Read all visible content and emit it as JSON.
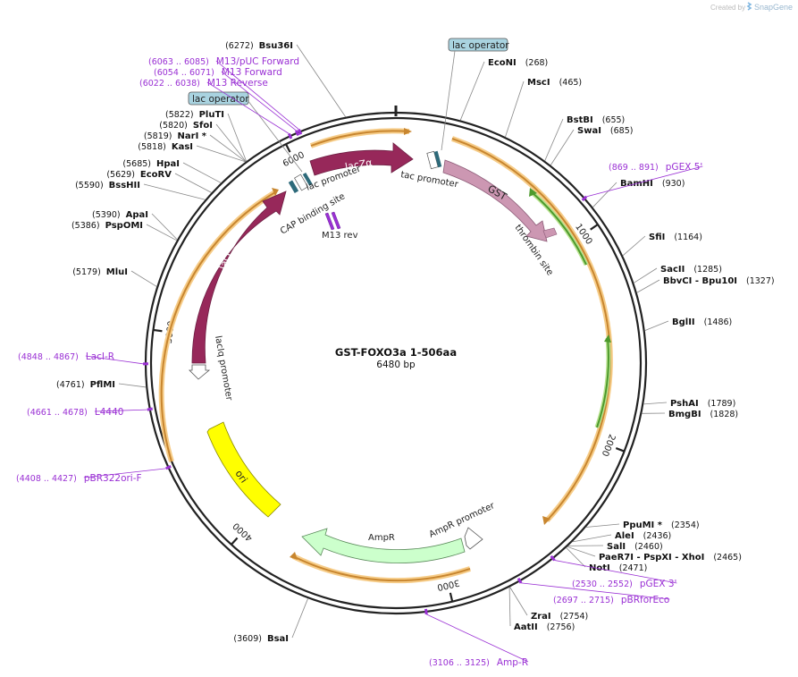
{
  "header": {
    "created_by": "Created by",
    "brand": "SnapGene"
  },
  "plasmid": {
    "name": "GST-FOXO3a 1-506aa",
    "length_label": "6480 bp",
    "length": 6480
  },
  "colors": {
    "backbone": "#222222",
    "lacZa": "#97285a",
    "lacI": "#97285a",
    "gst": "#cc97b2",
    "ori": "#ffff00",
    "ampr": "#ccffcc",
    "orf_orange": "#d49a3e",
    "orf_glow": "#f6cc88",
    "orf_green": "#4d9a2d",
    "primer": "#9a30d4",
    "site_line": "#888888",
    "operator_fill": "#a9d3e0",
    "cap_site": "#2d6a7a"
  },
  "ticks": [
    {
      "label": "1000",
      "bp": 1000
    },
    {
      "label": "2000",
      "bp": 2000
    },
    {
      "label": "3000",
      "bp": 3000
    },
    {
      "label": "4000",
      "bp": 4000
    },
    {
      "label": "5000",
      "bp": 5000
    },
    {
      "label": "6000",
      "bp": 6000
    }
  ],
  "sites": [
    {
      "id": "bsu36i",
      "name": "Bsu36I",
      "num": "(6272)",
      "bp": 6272
    },
    {
      "id": "econi",
      "name": "EcoNI",
      "num": "(268)",
      "bp": 268
    },
    {
      "id": "msci",
      "name": "MscI",
      "num": "(465)",
      "bp": 465
    },
    {
      "id": "bstbi",
      "name": "BstBI",
      "num": "(655)",
      "bp": 655
    },
    {
      "id": "swai",
      "name": "SwaI",
      "num": "(685)",
      "bp": 685
    },
    {
      "id": "bamhi",
      "name": "BamHI",
      "num": "(930)",
      "bp": 930
    },
    {
      "id": "sfii",
      "name": "SfiI",
      "num": "(1164)",
      "bp": 1164
    },
    {
      "id": "sacii",
      "name": "SacII",
      "num": "(1285)",
      "bp": 1285
    },
    {
      "id": "bbvci",
      "name": "BbvCI   - Bpu10I",
      "num": "(1327)",
      "bp": 1327
    },
    {
      "id": "bglii",
      "name": "BglII",
      "num": "(1486)",
      "bp": 1486
    },
    {
      "id": "pshai",
      "name": "PshAI",
      "num": "(1789)",
      "bp": 1789
    },
    {
      "id": "bmgbi",
      "name": "BmgBI",
      "num": "(1828)",
      "bp": 1828
    },
    {
      "id": "ppumi",
      "name": "PpuMI *",
      "num": "(2354)",
      "bp": 2354
    },
    {
      "id": "alei",
      "name": "AleI",
      "num": "(2436)",
      "bp": 2436
    },
    {
      "id": "sali",
      "name": "SalI",
      "num": "(2460)",
      "bp": 2460
    },
    {
      "id": "paer7i",
      "name": "PaeR7I   - PspXI   - XhoI",
      "num": "(2465)",
      "bp": 2465
    },
    {
      "id": "noti",
      "name": "NotI",
      "num": "(2471)",
      "bp": 2471
    },
    {
      "id": "zrai",
      "name": "ZraI",
      "num": "(2754)",
      "bp": 2754
    },
    {
      "id": "aatii",
      "name": "AatII",
      "num": "(2756)",
      "bp": 2756
    },
    {
      "id": "bsai",
      "name": "BsaI",
      "num": "(3609)",
      "bp": 3609
    },
    {
      "id": "mlui",
      "name": "MluI",
      "num": "(5179)",
      "bp": 5179
    },
    {
      "id": "pspomi",
      "name": "PspOMI",
      "num": "(5386)",
      "bp": 5386
    },
    {
      "id": "apai",
      "name": "ApaI",
      "num": "(5390)",
      "bp": 5390
    },
    {
      "id": "bsshii",
      "name": "BssHII",
      "num": "(5590)",
      "bp": 5590
    },
    {
      "id": "ecorv",
      "name": "EcoRV",
      "num": "(5629)",
      "bp": 5629
    },
    {
      "id": "hpai",
      "name": "HpaI",
      "num": "(5685)",
      "bp": 5685
    },
    {
      "id": "kasi",
      "name": "KasI",
      "num": "(5818)",
      "bp": 5818
    },
    {
      "id": "nari",
      "name": "NarI *",
      "num": "(5819)",
      "bp": 5819
    },
    {
      "id": "sfoi",
      "name": "SfoI",
      "num": "(5820)",
      "bp": 5820
    },
    {
      "id": "pluti",
      "name": "PluTI",
      "num": "(5822)",
      "bp": 5822
    },
    {
      "id": "pfimi",
      "name": "PflMI",
      "num": "(4761)",
      "bp": 4761
    }
  ],
  "primers": [
    {
      "id": "m13-puc-fwd",
      "name": "M13/pUC Forward",
      "range": "(6063 .. 6085)"
    },
    {
      "id": "m13-fwd",
      "name": "M13 Forward",
      "range": "(6054 .. 6071)"
    },
    {
      "id": "m13-rev",
      "name": "M13 Reverse",
      "range": "(6022 .. 6038)"
    },
    {
      "id": "pgex5",
      "name": "pGEX 5'",
      "range": "(869 .. 891)"
    },
    {
      "id": "pgex3",
      "name": "pGEX 3'",
      "range": "(2530 .. 2552)"
    },
    {
      "id": "pbrforeco",
      "name": "pBRforEco",
      "range": "(2697 .. 2715)"
    },
    {
      "id": "amp-r",
      "name": "Amp-R",
      "range": "(3106 .. 3125)"
    },
    {
      "id": "pbr322ori-f",
      "name": "pBR322ori-F",
      "range": "(4408 .. 4427)"
    },
    {
      "id": "l4440",
      "name": "L4440",
      "range": "(4661 .. 4678)"
    },
    {
      "id": "laci-r",
      "name": "LacI-R",
      "range": "(4848 .. 4867)"
    }
  ],
  "features": [
    {
      "id": "lacza",
      "label": "lacZα"
    },
    {
      "id": "laci",
      "label": "lacI"
    },
    {
      "id": "gst",
      "label": "GST"
    },
    {
      "id": "ori",
      "label": "ori"
    },
    {
      "id": "ampr",
      "label": "AmpR"
    },
    {
      "id": "ampr-promoter",
      "label": "AmpR promoter"
    },
    {
      "id": "laciq-promoter",
      "label": "lacIq promoter"
    },
    {
      "id": "lac-promoter",
      "label": "lac promoter"
    },
    {
      "id": "cap-site",
      "label": "CAP binding site"
    },
    {
      "id": "tac-promoter",
      "label": "tac promoter"
    },
    {
      "id": "thrombin-site",
      "label": "thrombin site"
    },
    {
      "id": "m13rev",
      "label": "M13 rev"
    },
    {
      "id": "lac-operator-top",
      "label": "lac operator"
    },
    {
      "id": "lac-operator-left",
      "label": "lac operator"
    }
  ]
}
